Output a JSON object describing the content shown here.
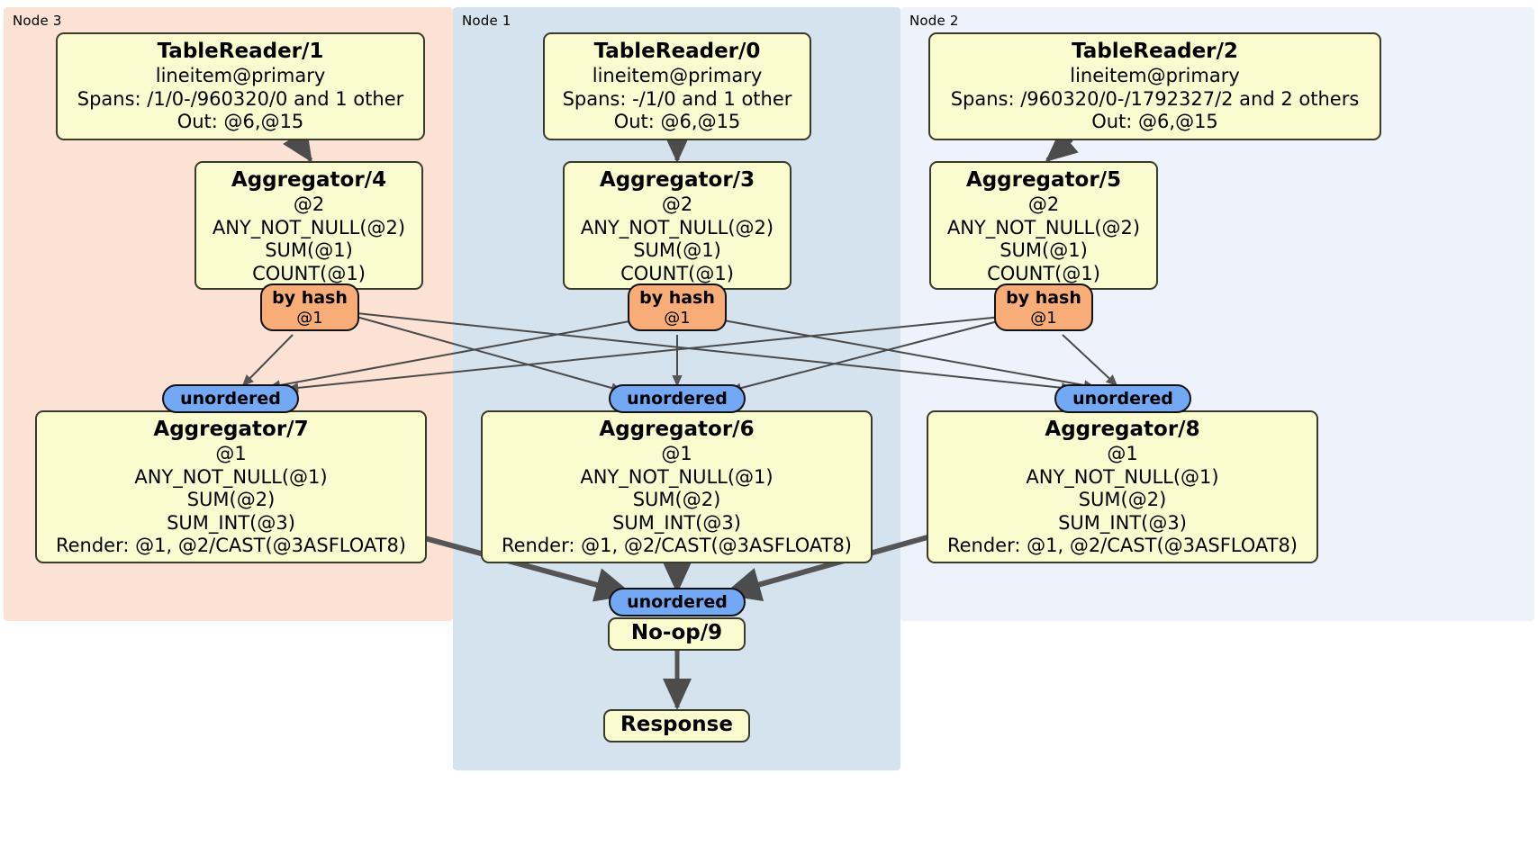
{
  "diagram": {
    "type": "distributed-query-plan",
    "nodes": [
      {
        "id": "node3",
        "label": "Node 3",
        "color": "#fbe2d5"
      },
      {
        "id": "node1",
        "label": "Node 1",
        "color": "#d4e3ed"
      },
      {
        "id": "node2",
        "label": "Node 2",
        "color": "#eef2fb"
      }
    ],
    "processors": {
      "tablereader_1": {
        "title": "TableReader/1",
        "lines": [
          "lineitem@primary",
          "Spans: /1/0-/960320/0 and 1 other",
          "Out: @6,@15"
        ]
      },
      "tablereader_0": {
        "title": "TableReader/0",
        "lines": [
          "lineitem@primary",
          "Spans: -/1/0 and 1 other",
          "Out: @6,@15"
        ]
      },
      "tablereader_2": {
        "title": "TableReader/2",
        "lines": [
          "lineitem@primary",
          "Spans: /960320/0-/1792327/2 and 2 others",
          "Out: @6,@15"
        ]
      },
      "aggregator_4": {
        "title": "Aggregator/4",
        "lines": [
          "@2",
          "ANY_NOT_NULL(@2)",
          "SUM(@1)",
          "COUNT(@1)"
        ]
      },
      "aggregator_3": {
        "title": "Aggregator/3",
        "lines": [
          "@2",
          "ANY_NOT_NULL(@2)",
          "SUM(@1)",
          "COUNT(@1)"
        ]
      },
      "aggregator_5": {
        "title": "Aggregator/5",
        "lines": [
          "@2",
          "ANY_NOT_NULL(@2)",
          "SUM(@1)",
          "COUNT(@1)"
        ]
      },
      "aggregator_7": {
        "title": "Aggregator/7",
        "lines": [
          "@1",
          "ANY_NOT_NULL(@1)",
          "SUM(@2)",
          "SUM_INT(@3)",
          "Render: @1, @2/CAST(@3ASFLOAT8)"
        ]
      },
      "aggregator_6": {
        "title": "Aggregator/6",
        "lines": [
          "@1",
          "ANY_NOT_NULL(@1)",
          "SUM(@2)",
          "SUM_INT(@3)",
          "Render: @1, @2/CAST(@3ASFLOAT8)"
        ]
      },
      "aggregator_8": {
        "title": "Aggregator/8",
        "lines": [
          "@1",
          "ANY_NOT_NULL(@1)",
          "SUM(@2)",
          "SUM_INT(@3)",
          "Render: @1, @2/CAST(@3ASFLOAT8)"
        ]
      },
      "noop_9": {
        "title": "No-op/9",
        "lines": []
      },
      "response": {
        "title": "Response",
        "lines": []
      }
    },
    "routers": {
      "hash_left": {
        "kind": "by hash",
        "key": "@1"
      },
      "hash_center": {
        "kind": "by hash",
        "key": "@1"
      },
      "hash_right": {
        "kind": "by hash",
        "key": "@1"
      }
    },
    "receivers": {
      "recv_left": {
        "label": "unordered"
      },
      "recv_center": {
        "label": "unordered"
      },
      "recv_right": {
        "label": "unordered"
      },
      "recv_final": {
        "label": "unordered"
      }
    },
    "colors": {
      "processor_fill": "#fbfbd0",
      "processor_stroke": "#3a3a2a",
      "router_fill": "#f8ac78",
      "receiver_fill": "#73a8f4",
      "edge_thin": "#4a4a4a",
      "edge_thick": "#555555"
    }
  }
}
